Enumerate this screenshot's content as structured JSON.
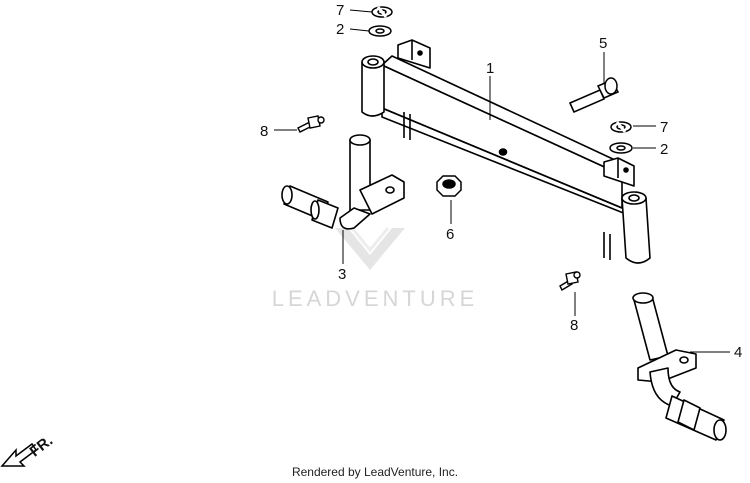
{
  "watermark": {
    "text": "LEADVENTURE"
  },
  "footer": {
    "text": "Rendered by LeadVenture, Inc."
  },
  "direction": {
    "label": "FR."
  },
  "callouts": [
    {
      "id": "c1",
      "label": "1"
    },
    {
      "id": "c2a",
      "label": "2"
    },
    {
      "id": "c2b",
      "label": "2"
    },
    {
      "id": "c3",
      "label": "3"
    },
    {
      "id": "c4",
      "label": "4"
    },
    {
      "id": "c5",
      "label": "5"
    },
    {
      "id": "c6",
      "label": "6"
    },
    {
      "id": "c7a",
      "label": "7"
    },
    {
      "id": "c7b",
      "label": "7"
    },
    {
      "id": "c8a",
      "label": "8"
    },
    {
      "id": "c8b",
      "label": "8"
    }
  ]
}
